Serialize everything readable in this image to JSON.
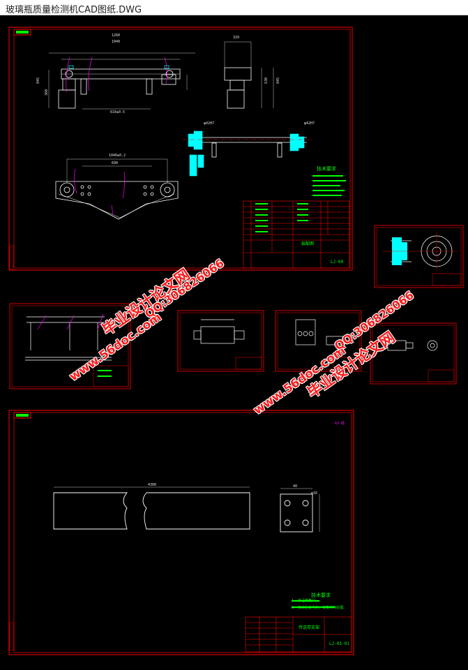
{
  "window": {
    "title": "玻璃瓶质量检测机CAD图纸.DWG"
  },
  "colors": {
    "background": "#000000",
    "frame": "#ff0000",
    "geometry": "#ffffff",
    "accent": "#00ffff",
    "notes": "#00ff00",
    "magenta": "#ff00ff",
    "watermark": "#ff1a1a"
  },
  "sheet1": {
    "dims": {
      "top_overall": "1260",
      "top_inner": "1040",
      "height_left": "845",
      "height_inner": "360",
      "base_span": "610±0.5",
      "side_width": "329",
      "side_height": "845",
      "side_inner": "630",
      "bottom_span": "1040±0.2",
      "bottom_inner": "690",
      "flange_left": "φ42H7",
      "flange_right": "φ42H7"
    },
    "notes_title": "技术要求",
    "title_block": {
      "drawing_name": "装配图",
      "code": "LJ-00"
    }
  },
  "sheet2": {
    "dims": {
      "length": "4300",
      "plate_width": "40",
      "plate_hole": "φ16"
    },
    "sheet_code": "A3 纸",
    "notes_title": "技术要求",
    "notes": [
      "1. 未注倒角C1。",
      "2. 加工后去毛刺，锐角倒钝处理。"
    ],
    "title_block": {
      "drawing_name": "传送带支架",
      "code": "LJ-01-01"
    }
  },
  "watermarks": [
    {
      "text": "www.56doc.com"
    },
    {
      "text": "QQ:306826066"
    },
    {
      "text": "毕业设计论文网"
    },
    {
      "text": "www.56doc.com"
    },
    {
      "text": "QQ:306826066"
    },
    {
      "text": "毕业设计论文网"
    }
  ]
}
